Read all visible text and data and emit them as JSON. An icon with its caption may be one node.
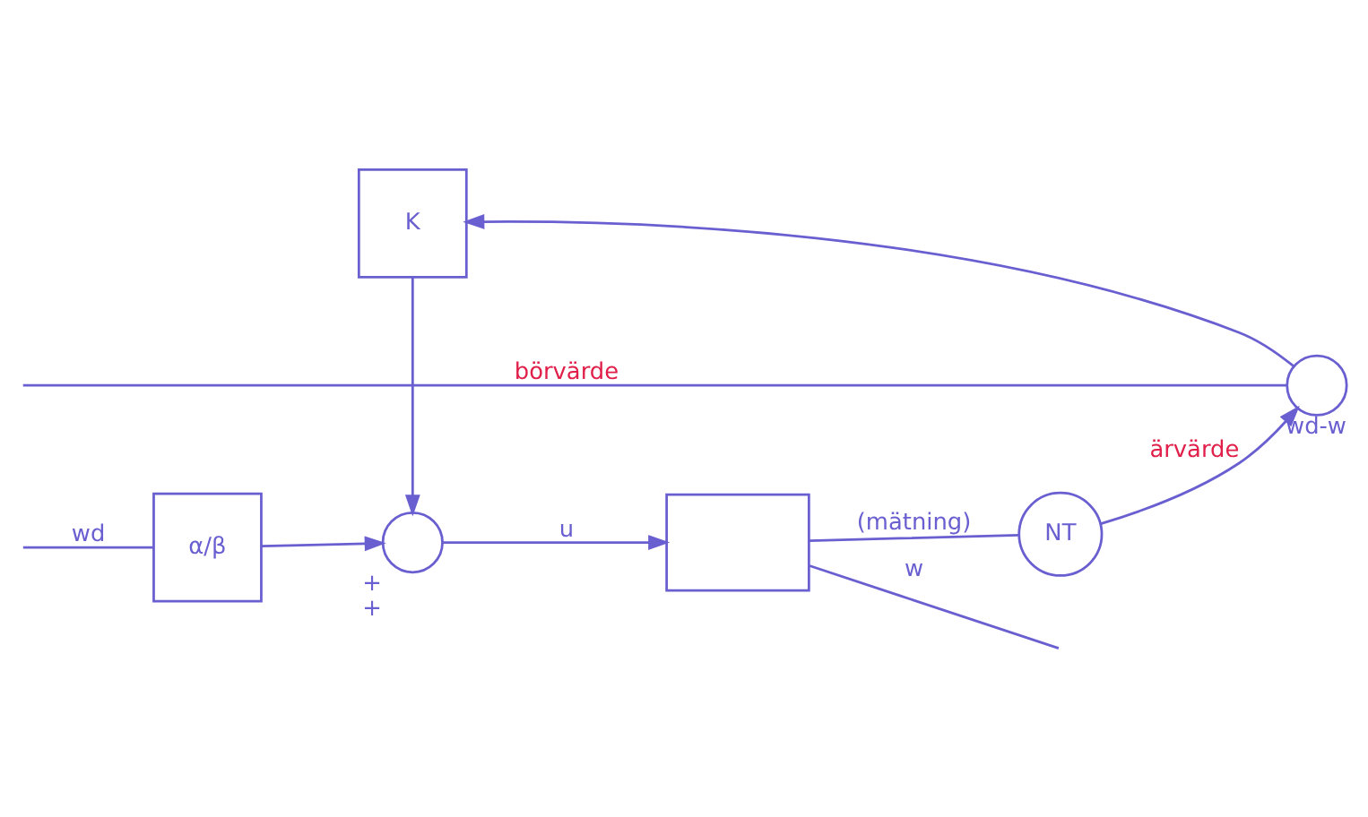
{
  "diagram": {
    "nodes": [
      {
        "text": [
          "α/β"
        ]
      },
      {
        "text": [],
        "shape": "circle",
        "beside": [
          "+",
          "+"
        ]
      },
      {
        "text": [],
        "shape": "box"
      },
      {
        "text": [
          "K"
        ]
      },
      {
        "text": [
          "NT"
        ]
      },
      {
        "text": [],
        "shape": "circle",
        "beside": [
          "wd-w"
        ]
      }
    ],
    "edges": [
      {
        "from": null,
        "to": 0,
        "arrow": "none",
        "label": "wd"
      },
      {
        "from": 0,
        "to": 1,
        "arrow": "to"
      },
      {
        "from": 1,
        "to": 2,
        "arrow": "to",
        "label": "u"
      },
      {
        "from": 2,
        "to": null,
        "arrow": "none",
        "label": "w"
      },
      {
        "from": null,
        "to": 5,
        "arrow": "none",
        "label": "börvärde"
      },
      {
        "from": 2,
        "to": 4,
        "arrow": "none",
        "label": "(mätning)"
      },
      {
        "from": 4,
        "to": 5,
        "arrow": "to",
        "label": "ärvärde"
      },
      {
        "from": 5,
        "to": 3,
        "arrow": "to"
      },
      {
        "from": 3,
        "to": 1,
        "arrow": "to"
      }
    ]
  }
}
